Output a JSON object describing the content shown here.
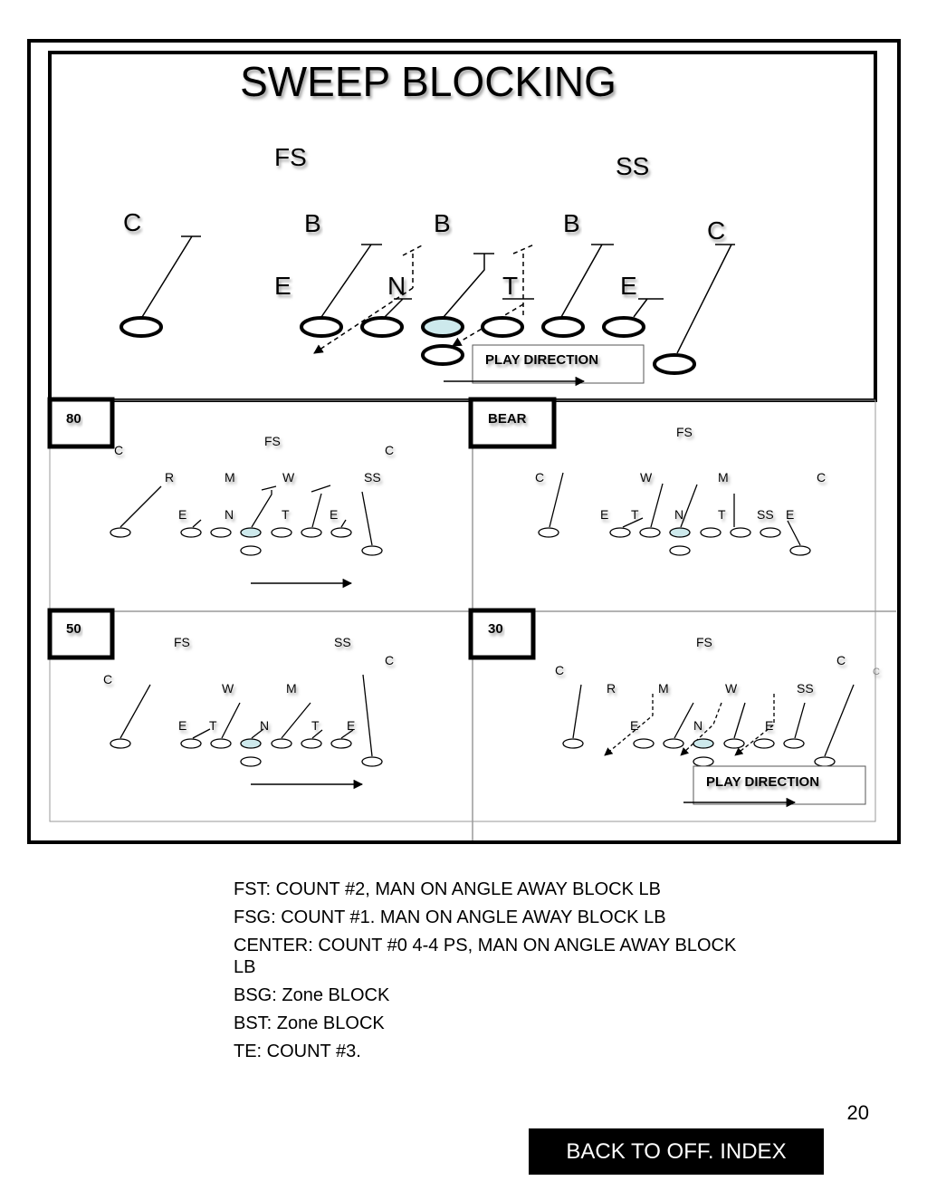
{
  "title": "SWEEP BLOCKING",
  "main_diagram": {
    "labels": {
      "fs": "FS",
      "ss": "SS",
      "c_left": "C",
      "c_right": "C",
      "b1": "B",
      "b2": "B",
      "b3": "B",
      "e_left": "E",
      "n": "N",
      "t": "T",
      "e_right": "E"
    },
    "play_direction": "PLAY DIRECTION"
  },
  "panels": {
    "p80": {
      "badge": "80",
      "labels": {
        "c1": "C",
        "fs": "FS",
        "c2": "C",
        "r": "R",
        "m": "M",
        "w": "W",
        "ss": "SS",
        "e1": "E",
        "n": "N",
        "t": "T",
        "e2": "E"
      }
    },
    "bear": {
      "badge": "BEAR",
      "labels": {
        "fs": "FS",
        "c1": "C",
        "w": "W",
        "m": "M",
        "c2": "C",
        "e1": "E",
        "t1": "T",
        "n": "N",
        "t2": "T",
        "ss": "SS",
        "e2": "E"
      }
    },
    "p50": {
      "badge": "50",
      "labels": {
        "fs": "FS",
        "ss": "SS",
        "c1": "C",
        "c2": "C",
        "w": "W",
        "m": "M",
        "e1": "E",
        "t1": "T",
        "n": "N",
        "t2": "T",
        "e2": "E"
      }
    },
    "p30": {
      "badge": "30",
      "labels": {
        "fs": "FS",
        "c1": "C",
        "c2": "C",
        "c3": "C",
        "r": "R",
        "m": "M",
        "w": "W",
        "ss": "SS",
        "e1": "E",
        "n": "N",
        "e2": "E"
      },
      "play_direction": "PLAY DIRECTION"
    }
  },
  "notes": [
    "FST: COUNT #2, MAN ON ANGLE AWAY BLOCK LB",
    "FSG: COUNT #1. MAN ON ANGLE AWAY BLOCK LB",
    "CENTER: COUNT #0 4-4 PS, MAN ON ANGLE AWAY BLOCK LB",
    "BSG: Zone BLOCK",
    "BST: Zone BLOCK",
    "TE: COUNT #3."
  ],
  "page_number": "20",
  "back_button": "BACK TO OFF. INDEX",
  "colors": {
    "center_fill": "#cde9ec",
    "line": "#000000",
    "grid": "#9a9a9a"
  }
}
